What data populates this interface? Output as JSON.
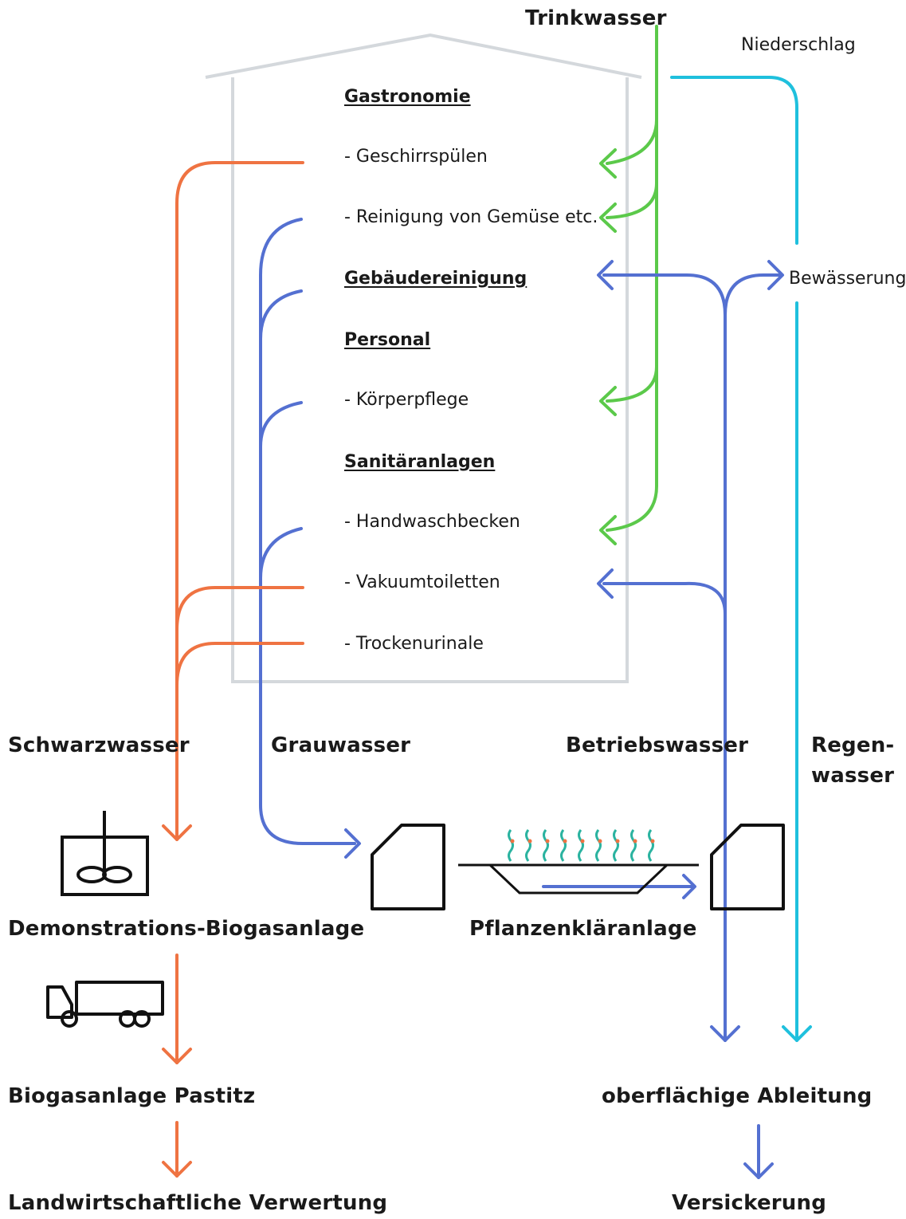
{
  "colors": {
    "trinkwasser": "#5bc94a",
    "regenwasser": "#1fc0dd",
    "grauwasser": "#5470d1",
    "schwarzwasser": "#ef7342",
    "building": "#d4d8dc",
    "outline": "#111111"
  },
  "top": {
    "trinkwasser": "Trinkwasser",
    "niederschlag": "Niederschlag"
  },
  "building": {
    "gastronomie": "Gastronomie",
    "geschirr": "- Geschirrspülen",
    "reinigung": "- Reinigung von Gemüse etc.",
    "gebaeude": "Gebäudereinigung",
    "personal": "Personal",
    "koerper": "- Körperpflege",
    "sanitaer": "Sanitäranlagen",
    "handwasch": "- Handwaschbecken",
    "vakuum": "- Vakuumtoiletten",
    "trocken": "- Trockenurinale"
  },
  "bewaesserung": "Bewässerung",
  "flows": {
    "schwarzwasser": "Schwarzwasser",
    "grauwasser": "Grauwasser",
    "betriebswasser": "Betriebswasser",
    "regen1": "Regen-",
    "regen2": "wasser"
  },
  "facilities": {
    "biogas_demo": "Demonstrations-Biogasanlage",
    "pflanzen": "Pflanzenkläranlage",
    "biogas_pastitz": "Biogasanlage Pastitz",
    "ableitung": "oberflächige Ableitung",
    "landwirtschaft": "Landwirtschaftliche Verwertung",
    "versickerung": "Versickerung"
  },
  "icons": [
    "mixer-tank-icon",
    "filter-tank-icon",
    "plant-bed-icon",
    "truck-icon"
  ]
}
